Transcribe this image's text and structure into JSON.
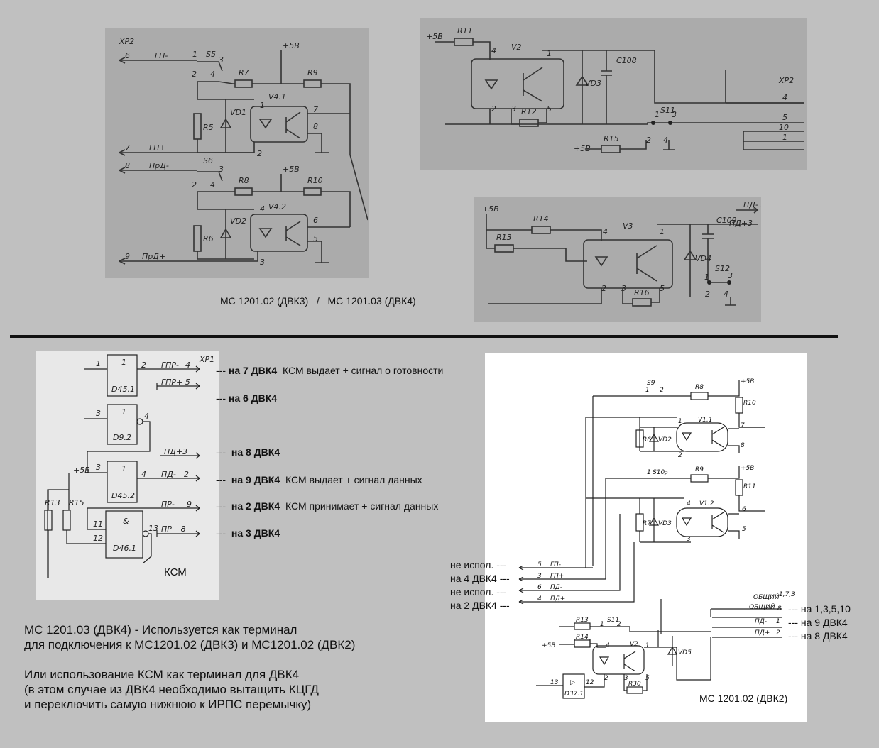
{
  "top_caption": "МС 1201.02 (ДВК3)   /   МС 1201.03 (ДВК4)",
  "ksm_label": "КСМ",
  "dvk2_label": "МС 1201.02 (ДВК2)",
  "ksm_notes": [
    {
      "arrow": "---",
      "target": "на 7 ДВК4",
      "desc": "КСМ выдает  +  сигнал о готовности"
    },
    {
      "arrow": "---",
      "target": "на 6 ДВК4",
      "desc": ""
    },
    {
      "arrow": "---",
      "target": "на 8 ДВК4",
      "desc": ""
    },
    {
      "arrow": "---",
      "target": "на 9 ДВК4",
      "desc": "КСМ выдает  +  сигнал данных"
    },
    {
      "arrow": "---",
      "target": "на 2 ДВК4",
      "desc": "КСМ принимает  +  сигнал данных"
    },
    {
      "arrow": "---",
      "target": "на 3 ДВК4",
      "desc": ""
    }
  ],
  "dvk2_left_notes": [
    "не испол.  ---",
    "на 4 ДВК4 ---",
    "не испол.  ---",
    "на 2 ДВК4 ---"
  ],
  "dvk2_right_notes": [
    "--- на 1,3,5,10",
    "--- на 9 ДВК4",
    "--- на 8 ДВК4"
  ],
  "paragraph_lines": [
    "МС 1201.03 (ДВК4) - Используется как терминал",
    "для подключения к МС1201.02 (ДВК3) и МС1201.02 (ДВК2)",
    "",
    "Или использование КСМ как терминал для ДВК4",
    "(в этом случае из ДВК4 необходимо вытащить КЦГД",
    "и переключить самую нижнюю к ИРПС перемычку)"
  ],
  "colors": {
    "background": "#c0c0c0",
    "scan": "#ababab",
    "white": "#ffffff",
    "ink": "#111111"
  }
}
